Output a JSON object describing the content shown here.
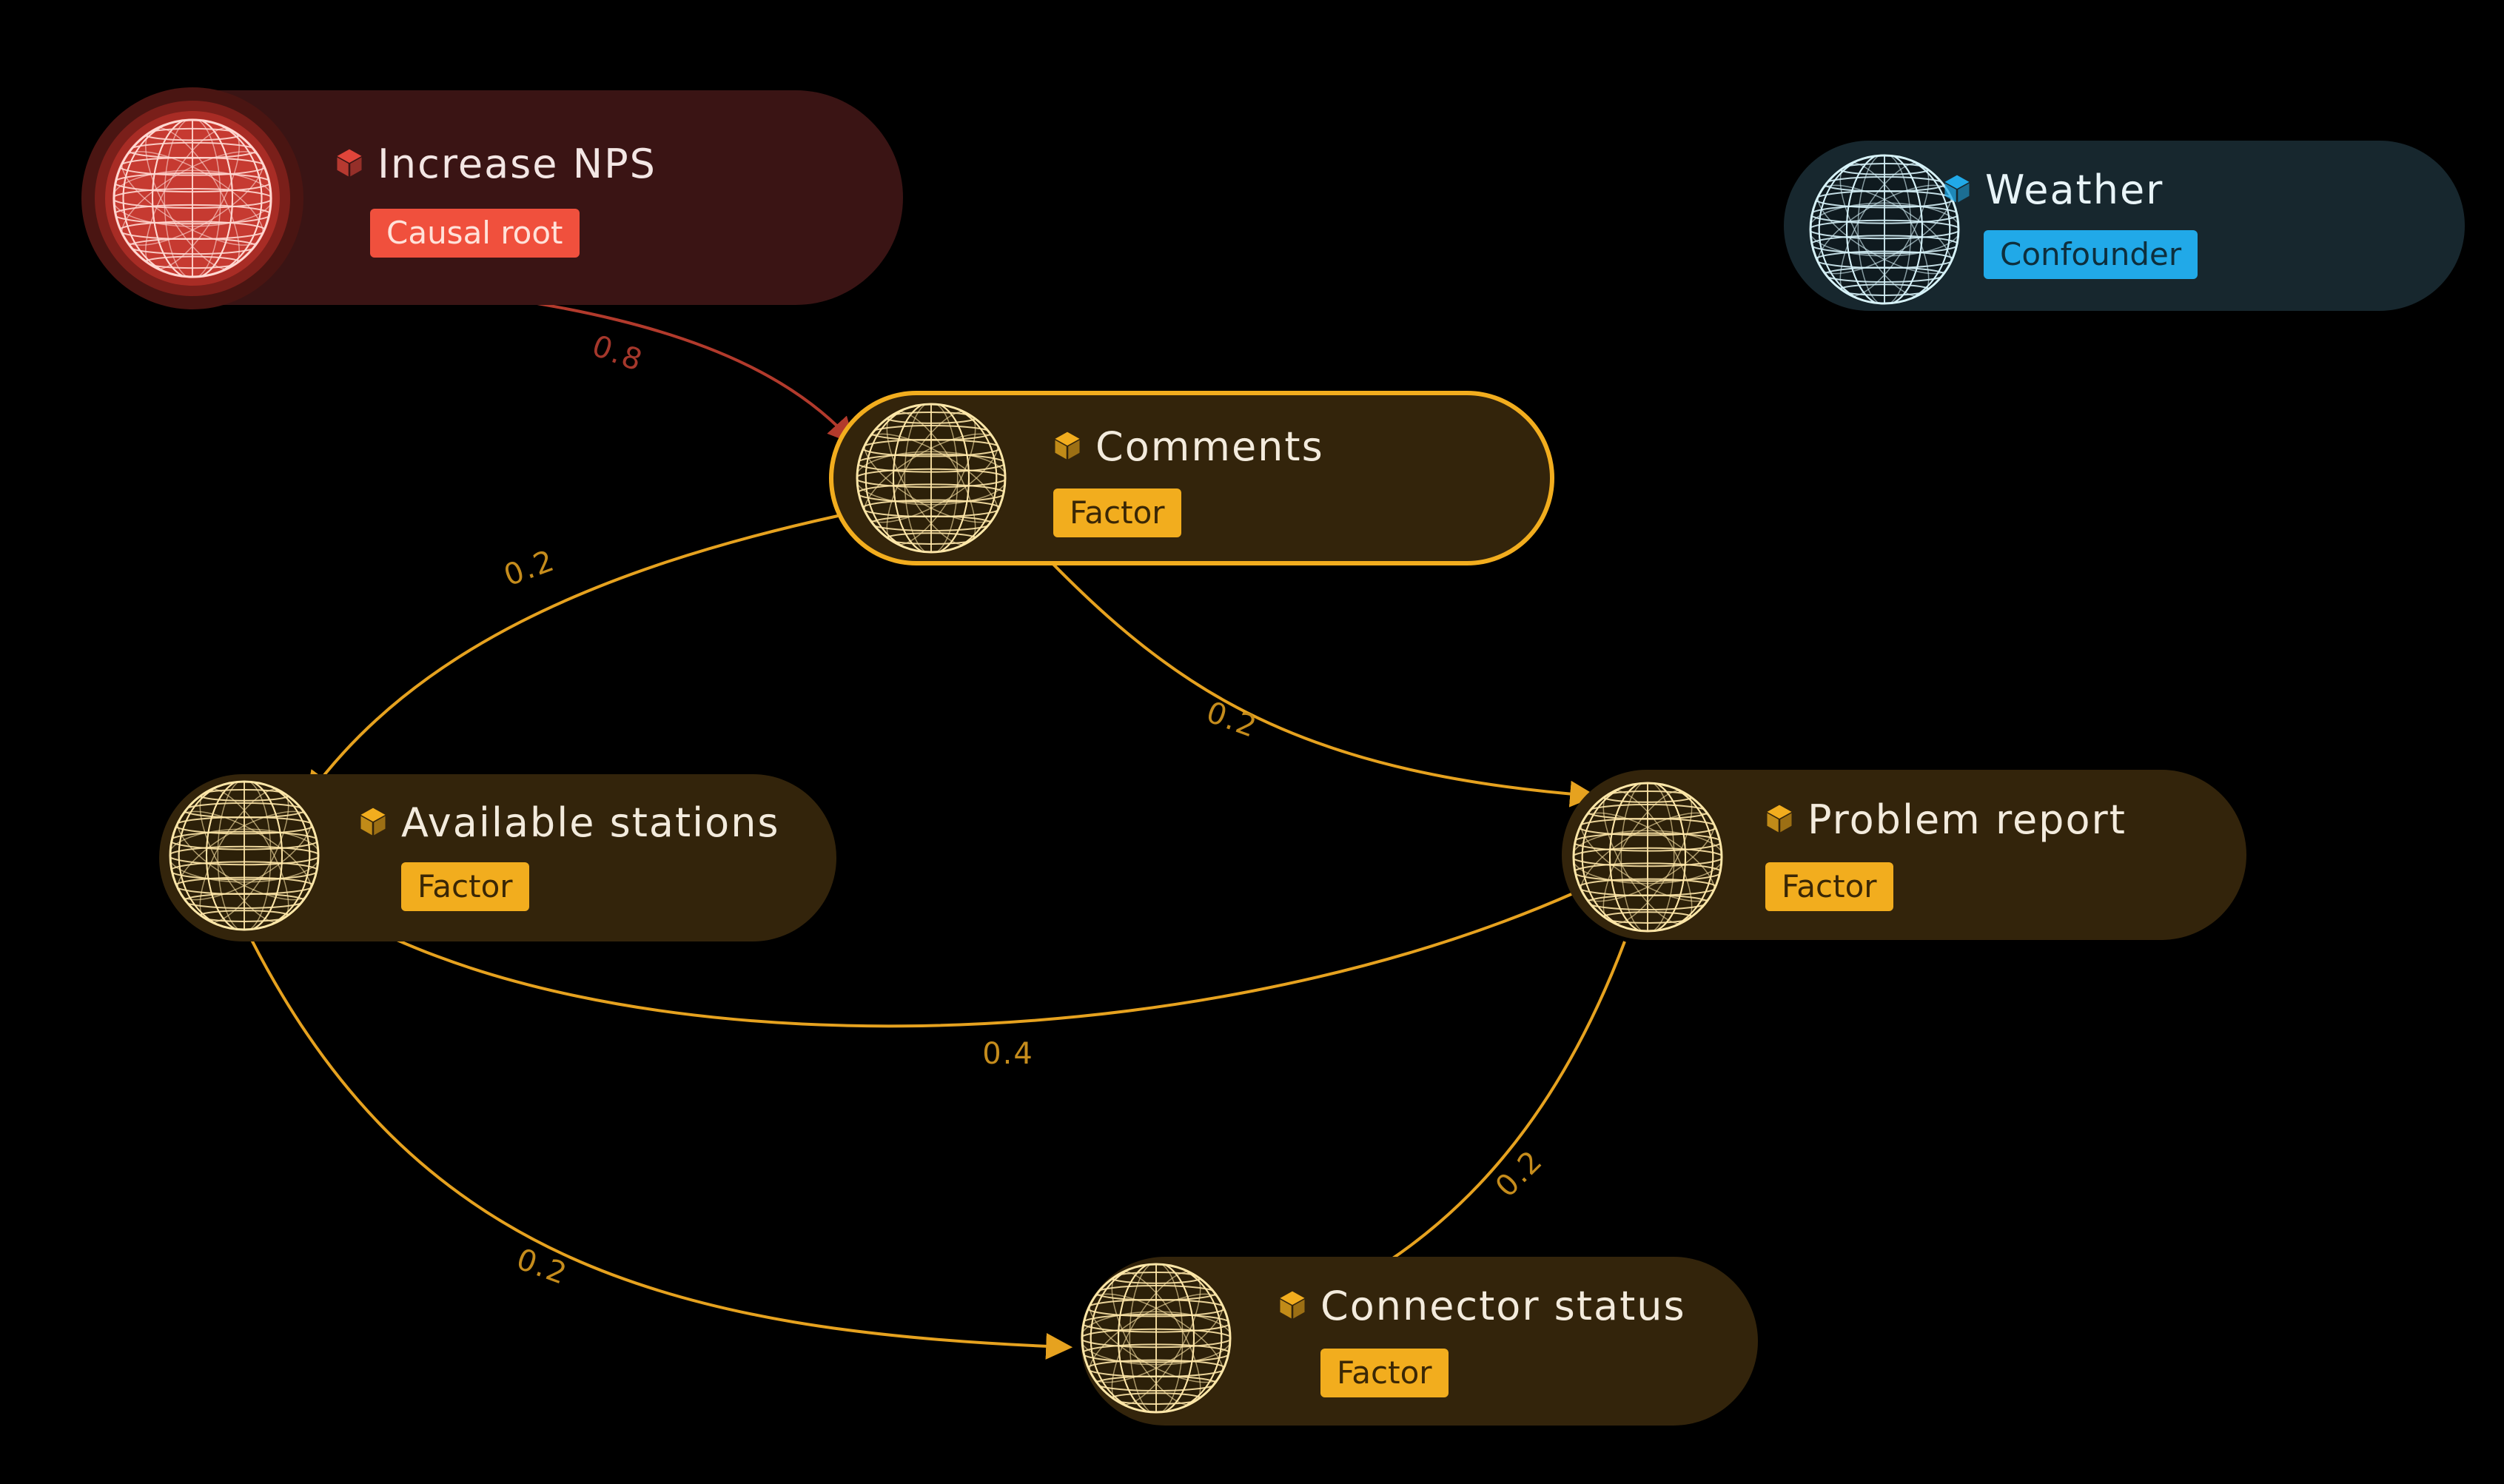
{
  "nodes": [
    {
      "id": "increase-nps",
      "label": "Increase NPS",
      "tag": "Causal root",
      "theme": "root"
    },
    {
      "id": "weather",
      "label": "Weather",
      "tag": "Confounder",
      "theme": "confounder"
    },
    {
      "id": "comments",
      "label": "Comments",
      "tag": "Factor",
      "theme": "factor-selected"
    },
    {
      "id": "available-stations",
      "label": "Available stations",
      "tag": "Factor",
      "theme": "factor"
    },
    {
      "id": "problem-report",
      "label": "Problem report",
      "tag": "Factor",
      "theme": "factor"
    },
    {
      "id": "connector-status",
      "label": "Connector status",
      "tag": "Factor",
      "theme": "factor"
    }
  ],
  "edges": [
    {
      "from": "increase-nps",
      "to": "comments",
      "weight": "0.8"
    },
    {
      "from": "comments",
      "to": "available-stations",
      "weight": "0.2"
    },
    {
      "from": "comments",
      "to": "problem-report",
      "weight": "0.2"
    },
    {
      "from": "problem-report",
      "to": "available-stations",
      "weight": "0.4"
    },
    {
      "from": "available-stations",
      "to": "connector-status",
      "weight": "0.2"
    },
    {
      "from": "problem-report",
      "to": "connector-status",
      "weight": "0.2"
    }
  ],
  "colors": {
    "background": "#000000",
    "factor": "#f2ad1e",
    "factor_pill": "#33240b",
    "root": "#e0453a",
    "root_pill": "#3a1414",
    "root_badge": "#f0503d",
    "confounder": "#21a9e8",
    "confounder_pill": "#17272e",
    "edge_root": "#b23a2c",
    "edge_factor": "#e6a21f",
    "label_factor": "#c58c1c",
    "label_root": "#a5372b"
  },
  "icons": {
    "node": "cube-icon",
    "sphere": "geodesic-sphere-icon"
  }
}
